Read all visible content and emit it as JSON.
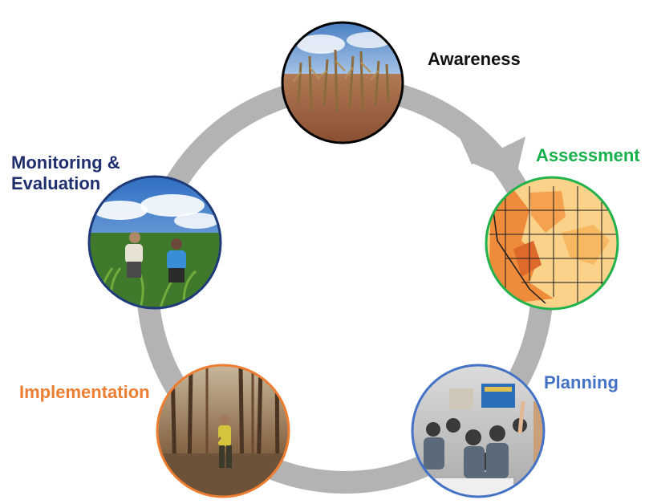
{
  "diagram": {
    "type": "cycle",
    "stages": [
      {
        "id": "awareness",
        "label": "Awareness",
        "color": "#111111",
        "ring_color": "#000000",
        "image": "dry corn field under cloudy sky"
      },
      {
        "id": "assessment",
        "label": "Assessment",
        "color": "#17b04b",
        "ring_color": "#22b24c",
        "image": "drought map of western United States"
      },
      {
        "id": "planning",
        "label": "Planning",
        "color": "#4472c4",
        "ring_color": "#4472c4",
        "image": "meeting room with people raising hands"
      },
      {
        "id": "implementation",
        "label": "Implementation",
        "color": "#ed7d31",
        "ring_color": "#ed7d31",
        "image": "person working in burned forest"
      },
      {
        "id": "monitoring",
        "label_lines": [
          "Monitoring &",
          "Evaluation"
        ],
        "color": "#1f2f6e",
        "ring_color": "#1f3a78",
        "image": "two people inspecting corn field"
      }
    ],
    "arrow_color": "#b3b3b3"
  }
}
